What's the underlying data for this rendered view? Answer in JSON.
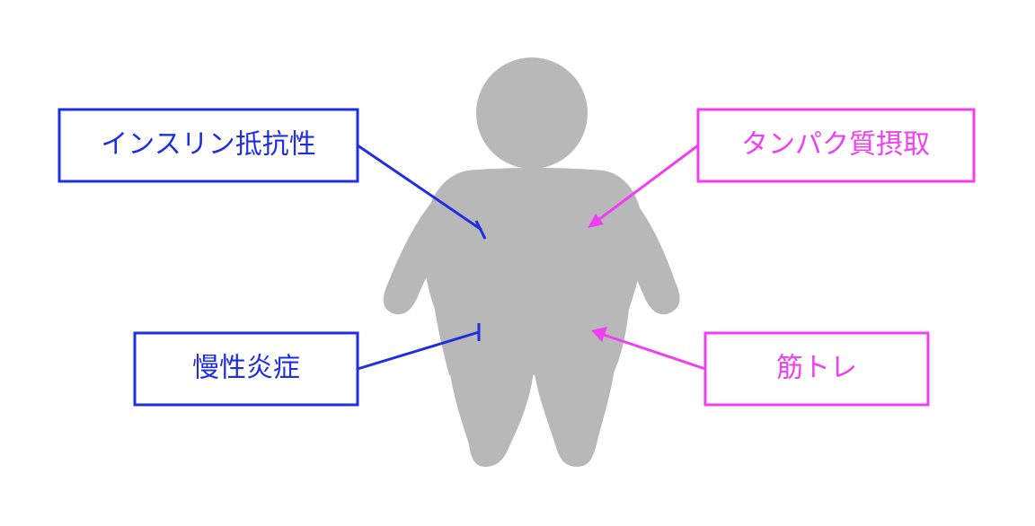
{
  "colors": {
    "inhibit": "#1f2ee0",
    "promote": "#f03ef0",
    "silhouette": "#b8b8b8",
    "background": "#ffffff"
  },
  "figure": {
    "icon": "obese-person-silhouette-icon"
  },
  "factors": {
    "left_top": {
      "label": "インスリン抵抗性",
      "effect": "inhibit"
    },
    "left_bottom": {
      "label": "慢性炎症",
      "effect": "inhibit"
    },
    "right_top": {
      "label": "タンパク質摂取",
      "effect": "promote"
    },
    "right_bottom": {
      "label": "筋トレ",
      "effect": "promote"
    }
  }
}
